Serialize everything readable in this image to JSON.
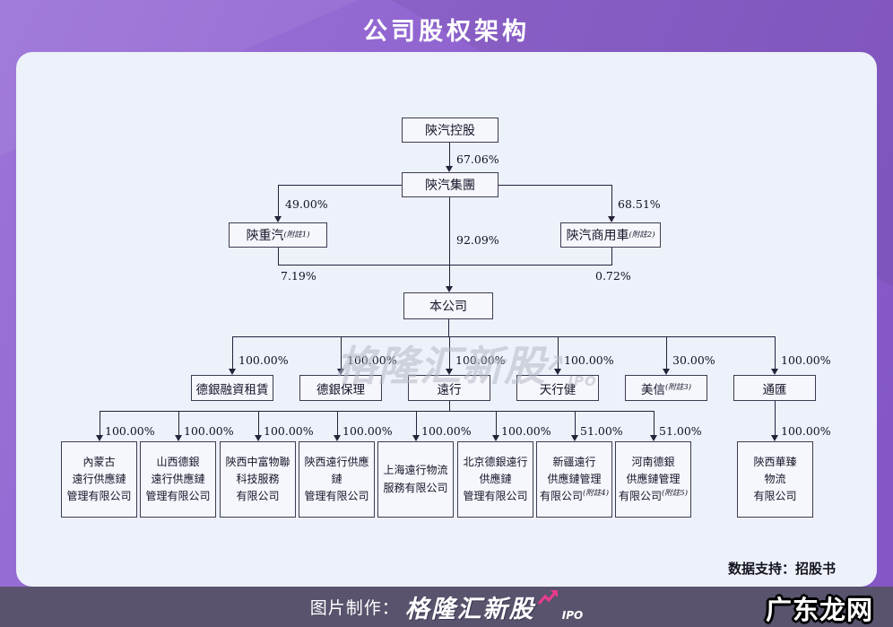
{
  "header": {
    "title": "公司股权架构"
  },
  "watermark": {
    "brand": "格隆汇新股",
    "arrow": "↗",
    "suffix": "IPO"
  },
  "chart": {
    "nodes": {
      "holding": "陝汽控股",
      "group": "陝汽集團",
      "shanzhongqi": "陝重汽",
      "shanzhongqi_note": "(附註1)",
      "commercial": "陝汽商用車",
      "commercial_note": "(附註2)",
      "company": "本公司"
    },
    "edges": {
      "holding_to_group": "67.06%",
      "group_to_shanzhongqi": "49.00%",
      "group_to_commercial": "68.51%",
      "group_to_company": "92.09%",
      "shanzhongqi_to_company": "7.19%",
      "commercial_to_company": "0.72%"
    },
    "l3": [
      {
        "label": "德銀融資租賃",
        "pct": "100.00%"
      },
      {
        "label": "德銀保理",
        "pct": "100.00%"
      },
      {
        "label": "遠行",
        "pct": "100.00%"
      },
      {
        "label": "天行健",
        "pct": "100.00%"
      },
      {
        "label": "美信",
        "note": "(附註3)",
        "pct": "30.00%"
      },
      {
        "label": "通匯",
        "pct": "100.00%"
      }
    ],
    "l4": [
      {
        "label": "內蒙古\n遠行供應鏈\n管理有限公司",
        "pct": "100.00%"
      },
      {
        "label": "山西德銀\n遠行供應鏈\n管理有限公司",
        "pct": "100.00%"
      },
      {
        "label": "陝西中富物聯\n科技服務\n有限公司",
        "pct": "100.00%"
      },
      {
        "label": "陝西遠行供應鏈\n管理有限公司",
        "pct": "100.00%"
      },
      {
        "label": "上海遠行物流\n服務有限公司",
        "pct": "100.00%"
      },
      {
        "label": "北京德銀遠行\n供應鏈\n管理有限公司",
        "pct": "100.00%"
      },
      {
        "label": "新疆遠行\n供應鏈管理\n有限公司",
        "note": "(附註4)",
        "pct": "51.00%"
      },
      {
        "label": "河南德銀\n供應鏈管理\n有限公司",
        "note": "(附註5)",
        "pct": "51.00%"
      },
      {
        "label": "陝西華臻\n物流\n有限公司",
        "pct": "100.00%"
      }
    ]
  },
  "support": "数据支持：招股书",
  "footer": {
    "credit": "图片制作：",
    "brand": "格隆汇新股",
    "brand_suffix": "IPO",
    "site": "广东龙网"
  }
}
